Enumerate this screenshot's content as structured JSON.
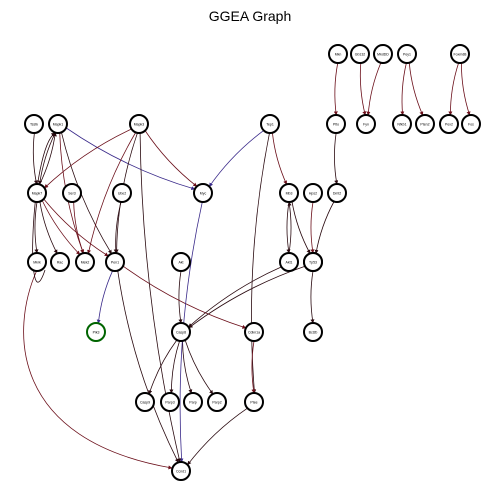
{
  "title": "GGEA Graph",
  "nodes": {
    "mkn": {
      "label": "Mkn",
      "outline": "#000000"
    },
    "gb132": {
      "label": "Gb132",
      "outline": "#000000"
    },
    "mkd3d": {
      "label": "MkdDD",
      "outline": "#000000"
    },
    "pey1": {
      "label": "Pey1",
      "outline": "#000000"
    },
    "foxmd": {
      "label": "FoxmdB",
      "outline": "#000000"
    },
    "tsstk": {
      "label": "Tsstk",
      "outline": "#000000"
    },
    "mapk1": {
      "label": "Mapk1",
      "outline": "#000000"
    },
    "map3": {
      "label": "Mapk3",
      "outline": "#000000"
    },
    "tep1": {
      "label": "Tep1",
      "outline": "#000000"
    },
    "plto": {
      "label": "Plto",
      "outline": "#000000"
    },
    "fyn": {
      "label": "Fyn",
      "outline": "#000000"
    },
    "nfkb": {
      "label": "Nfkb1",
      "outline": "#000000"
    },
    "pten": {
      "label": "Pten2",
      "outline": "#000000"
    },
    "pex": {
      "label": "Pex2",
      "outline": "#000000"
    },
    "fos": {
      "label": "Fos",
      "outline": "#000000"
    },
    "mapk7": {
      "label": "Mapk7",
      "outline": "#000000"
    },
    "ser3": {
      "label": "Ser3",
      "outline": "#000000"
    },
    "ube": {
      "label": "Ube2",
      "outline": "#000000"
    },
    "myc": {
      "label": "Myc",
      "outline": "#000000"
    },
    "mb3": {
      "label": "Mb3",
      "outline": "#000000"
    },
    "hps2": {
      "label": "Hps2",
      "outline": "#000000"
    },
    "dmt2": {
      "label": "Dmt2",
      "outline": "#000000"
    },
    "akt": {
      "label": "Akt",
      "outline": "#000000"
    },
    "mkrk": {
      "label": "Mkrk",
      "outline": "#000000"
    },
    "rac": {
      "label": "Rac",
      "outline": "#000000"
    },
    "mek2": {
      "label": "Mek2",
      "outline": "#000000"
    },
    "pen1": {
      "label": "Pen1",
      "outline": "#000000"
    },
    "akt1": {
      "label": "Akt1",
      "outline": "#000000"
    },
    "rb1": {
      "label": "Rb1",
      "outline": "#000000"
    },
    "tp53": {
      "label": "Tp53",
      "outline": "#000000"
    },
    "pik3": {
      "label": "Pik3",
      "outline": "#006400"
    },
    "casp8": {
      "label": "Casp8",
      "outline": "#000000"
    },
    "cdk": {
      "label": "Cdkn1a",
      "outline": "#000000"
    },
    "bcl2": {
      "label": "Bcl2b",
      "outline": "#000000"
    },
    "casp9": {
      "label": "Casp9",
      "outline": "#000000"
    },
    "parp3": {
      "label": "Parp3",
      "outline": "#000000"
    },
    "parp": {
      "label": "Parp",
      "outline": "#000000"
    },
    "parp2": {
      "label": "Parp2",
      "outline": "#000000"
    },
    "ptee": {
      "label": "Ptee",
      "outline": "#000000"
    },
    "ccnd1": {
      "label": "Ccnd1",
      "outline": "#000000"
    }
  },
  "edge_colors": {
    "activation": "#3a2a8a",
    "inhibition": "#6b0f1a",
    "dark": "#2a0a10"
  }
}
